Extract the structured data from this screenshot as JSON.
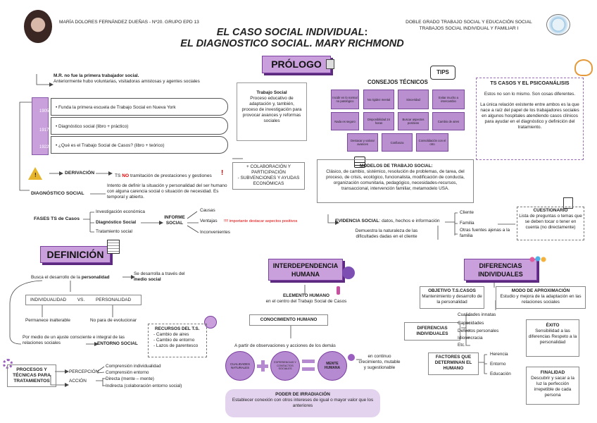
{
  "header": {
    "author": "MARÍA DOLORES FERNÁNDEZ DUEÑAS - Nº20. GRUPO EPD 13",
    "degree_line1": "DOBLE GRADO TRABAJO SOCIAL Y EDUCACIÓN SOCIAL",
    "degree_line2": "TRABAJOS SOCIAL INDIVIDUAL Y FAMILIAR I",
    "title_line1": "EL CASO SOCIAL INDIVIDUAL",
    "title_colon": ":",
    "title_line2": "EL DIAGNOSTICO SOCIAL. MARY RICHMOND"
  },
  "prologo": {
    "title": "PRÓLOGO",
    "intro_bold": "M.R. no fue la primera trabajador social.",
    "intro_text": "Anteriormente hubo voluntarias, visitadoras amistosas y agentes sociales",
    "timeline": [
      {
        "year": "1905",
        "text": "• Funda la primera escuela de Trabajo Social en Nueva York"
      },
      {
        "year": "1917",
        "text": "• Diagnóstico social (libro + práctico)"
      },
      {
        "year": "1922",
        "text": "• ¿Qué es el Trabajo Social de Casos? (libro + teórico)"
      }
    ],
    "trabajo_social_title": "Trabajo Social",
    "trabajo_social_text": "Proceso educativo de adaptación y, también, proceso de investigación para provocar avances y reformas sociales"
  },
  "consejos": {
    "title": "CONSEJOS TÉCNICOS",
    "bubble": "TIPS",
    "tips": [
      "Incidir en lo normal no patológico",
      "No rigidez mental",
      "Sinceridad",
      "Evitar mucho a intercambio",
      "Nada es seguro",
      "Disponibilidad 24 horas",
      "Buscar aspectos positivos",
      "Cambio de aires",
      "Destacar y valorar avances",
      "Confianza",
      "Consolidación con el otro"
    ]
  },
  "psico": {
    "title": "TS CASOS Y EL PSICOANÁLISIS",
    "p1": "Estos no son lo mismo. Son cosas diferentes.",
    "p2": "La única relación existente entre ambos es la que nace a raíz del papel de los trabajadores sociales en algunos hospitales atendiendo casos clínicos para ayudar en el diagnóstico y definición del tratamiento."
  },
  "derivacion": {
    "label": "DERIVACIÓN",
    "text_pre": "TS ",
    "text_no": "NO",
    "text_post": " tramitación de prestaciones y gestiones",
    "excl": "!",
    "colab1": "+ COLABORACIÓN Y PARTICIPACIÓN",
    "colab2": "- SUBVENCIONES Y AYUDAS ECONÓMICAS"
  },
  "diagnostico": {
    "label": "DIAGNÓSTICO SOCIAL",
    "text": "Intento de definir la situación y personalidad del ser humano con alguna carencia social o situación de necesidad. Es temporal y abierto."
  },
  "modelos": {
    "title": "MODELOS DE TRABAJO SOCIAL:",
    "text": "Clásico, de cambio, sistémico, resolución de problemas, de tarea, del proceso, de crisis, ecológico, funcionalista, modificación de conducta, organización comunitaria, pedagógico, necesidades-recursos, transaccional, intervención familiar, metamodelo USA."
  },
  "fases": {
    "label": "FASES TS de Casos",
    "items": [
      "Investigación económica",
      "Diagnóstico Social",
      "Tratamiento social"
    ],
    "informe": "INFORME SOCIAL",
    "informe_items": [
      "Causas",
      "Ventajas",
      "Inconvenientes"
    ],
    "important": "!!!! importante destacar aspectos positivos"
  },
  "evidencia": {
    "label": "EVIDENCIA SOCIAL",
    "text": ": datos, hechos e información",
    "items": [
      "Cliente",
      "Familia",
      "Otras fuentes ajenas a la familia"
    ],
    "demuestra": "Demuestra la naturaleza de las dificultades dadas en el cliente"
  },
  "cuestionario": {
    "title": "CUESTIONARIO",
    "text": "Lista de preguntas o temas que se deben tocar o tener en cuenta (no directamente)"
  },
  "definicion": {
    "title": "DEFINICIÓN",
    "busca_pre": "Busca el desarrollo de la ",
    "busca_bold": "personalidad",
    "se_desarrolla_pre": "Se desarrolla a través del ",
    "se_desarrolla_bold": "medio social",
    "individualidad": "INDIVIDUALIDAD",
    "vs": "VS.",
    "personalidad": "PERSONALIDAD",
    "permanece": "Permanece inalterable",
    "no_evoluciona": "No para de evolucionar",
    "ajuste": "Por medio de un ajuste consciente e integral de las relaciones sociales",
    "entorno": "ENTORNO SOCIAL",
    "recursos_title": "RECURSOS DEL T.S.",
    "recursos": [
      "Cambio de aires",
      "Cambio de entorno",
      "Lazos de parentesco"
    ]
  },
  "procesos": {
    "title": "PROCESOS Y TÉCNICAS PARA TRATAMIENTOS",
    "percepcion": "PERCEPCIÓN",
    "accion": "ACCIÓN",
    "percepcion_items": [
      "Comprensión individualidad",
      "Comprensión entorno"
    ],
    "accion_items": [
      "Directa (mente – mente)",
      "Indirecta (colaboración entorno social)"
    ]
  },
  "interdependencia": {
    "title": "INTERDEPENDENCIA HUMANA",
    "elemento_bold": "ELEMENTO HUMANO",
    "elemento_text": "en el centro del Trabajo Social de Casos",
    "conocimiento": "CONOCIMIENTO HUMANO",
    "partir": "A partir de observaciones y acciones de los demás",
    "circle1": "CUALIDADES NATURALES",
    "circle2": "EXPERIENCIAS Y CONTACTOS SOCIALES",
    "circle3": "MENTE HUMANA",
    "continuo": "en continuo crecimiento, mutable y sugestionable",
    "poder_title": "PODER DE IRRADIACIÓN",
    "poder_text": "Establecer conexión con otros intereses de igual o mayor valor que los anteriores"
  },
  "diferencias": {
    "title": "DIFERENCIAS INDIVIDUALES",
    "objetivo_title": "OBJETIVO T.S.CASOS",
    "objetivo_text": "Mantenimiento y desarrollo de la personalidad",
    "modo_title": "MODO DE APROXIMACIÓN",
    "modo_text": "Estudio y mejora de la adaptación en las relaciones sociales",
    "dif_label": "DIFERENCIAS INDIVIDUALES",
    "dif_items": [
      "Cualidades innatas",
      "Capacidades",
      "Defectos personales",
      "Idiosincracia",
      "Etc."
    ],
    "factores_label": "FACTORES QUE DETERMINAN EL HUMANO",
    "factores_items": [
      "Herencia",
      "Entorno",
      "Educación"
    ],
    "exito_title": "ÉXITO",
    "exito_text": "Sensibilidad a las diferencias Respeto a la personalidad",
    "finalidad_title": "FINALIDAD",
    "finalidad_text": "Descubrir y sacar a la luz la perfección irrepetible de cada persona"
  },
  "colors": {
    "purple": "#c9a0dc",
    "dark_purple": "#7a3fa0",
    "red": "#e00000"
  }
}
